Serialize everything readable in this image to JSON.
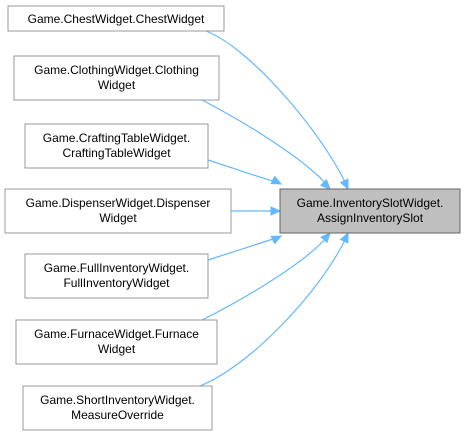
{
  "graph": {
    "colors": {
      "edge": "#63b8ff",
      "node_border": "#999999",
      "target_fill": "#bfbfbf",
      "target_border": "#666666"
    },
    "target": {
      "lines": [
        "Game.InventorySlotWidget.",
        "AssignInventorySlot"
      ]
    },
    "callers": [
      {
        "lines": [
          "Game.ChestWidget.ChestWidget"
        ]
      },
      {
        "lines": [
          "Game.ClothingWidget.Clothing",
          "Widget"
        ]
      },
      {
        "lines": [
          "Game.CraftingTableWidget.",
          "CraftingTableWidget"
        ]
      },
      {
        "lines": [
          "Game.DispenserWidget.Dispenser",
          "Widget"
        ]
      },
      {
        "lines": [
          "Game.FullInventoryWidget.",
          "FullInventoryWidget"
        ]
      },
      {
        "lines": [
          "Game.FurnaceWidget.Furnace",
          "Widget"
        ]
      },
      {
        "lines": [
          "Game.ShortInventoryWidget.",
          "MeasureOverride"
        ]
      }
    ]
  }
}
